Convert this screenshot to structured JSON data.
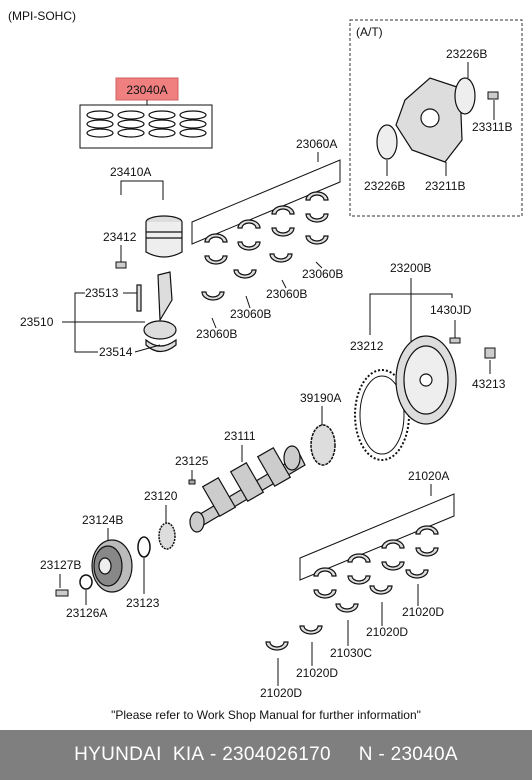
{
  "header": {
    "variant": "(MPI-SOHC)",
    "at_label": "(A/T)"
  },
  "highlight_color": "#f08080",
  "labels": {
    "p23040A": "23040A",
    "p23410A": "23410A",
    "p23412": "23412",
    "p23513": "23513",
    "p23510": "23510",
    "p23514": "23514",
    "p23060A": "23060A",
    "p23060B_1": "23060B",
    "p23060B_2": "23060B",
    "p23060B_3": "23060B",
    "p23060B_4": "23060B",
    "p23226B_top": "23226B",
    "p23311B": "23311B",
    "p23226B_bottom": "23226B",
    "p23211B": "23211B",
    "p23200B": "23200B",
    "p1430JD": "1430JD",
    "p23212": "23212",
    "p43213": "43213",
    "p39190A": "39190A",
    "p23111": "23111",
    "p23125": "23125",
    "p23120": "23120",
    "p23124B": "23124B",
    "p23127B": "23127B",
    "p23126A": "23126A",
    "p23123": "23123",
    "p21020A": "21020A",
    "p21020D_1": "21020D",
    "p21020D_2": "21020D",
    "p21030C": "21030C",
    "p21020D_3": "21020D",
    "p21020D_4": "21020D"
  },
  "note": "\"Please refer to Work Shop Manual for further information\"",
  "footer": {
    "brand": "HYUNDAI  KIA",
    "part_number": "2304026170",
    "ref": "N - 23040A"
  }
}
